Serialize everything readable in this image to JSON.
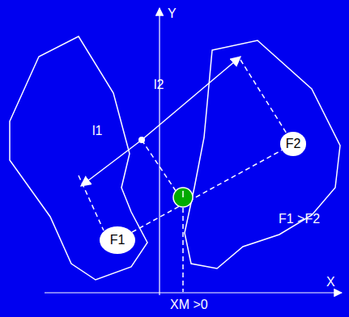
{
  "diagram": {
    "nodes": [
      {
        "text": [
          "F1"
        ]
      },
      {
        "text": [
          "F2"
        ]
      }
    ],
    "edges": [
      {
        "from": 0,
        "to": 1,
        "arrow": "none"
      }
    ],
    "labels": [
      "Y",
      "X",
      "l2",
      "l1",
      "F1 >F2",
      "XM >0"
    ]
  }
}
